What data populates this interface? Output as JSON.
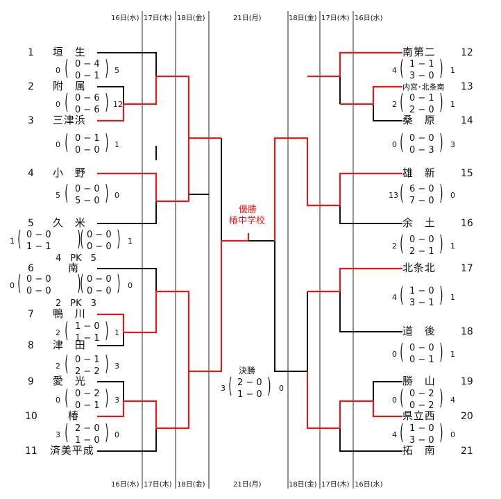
{
  "dates": {
    "r1": "16日(水)",
    "r2": "17日(木)",
    "r3": "18日(金)",
    "final": "21日(月)"
  },
  "left_teams": [
    {
      "seed": "1",
      "name": "垣　生"
    },
    {
      "seed": "2",
      "name": "附　属"
    },
    {
      "seed": "3",
      "name": "三津浜"
    },
    {
      "seed": "4",
      "name": "小　野"
    },
    {
      "seed": "5",
      "name": "久　米"
    },
    {
      "seed": "6",
      "name": "南"
    },
    {
      "seed": "7",
      "name": "鴨　川"
    },
    {
      "seed": "8",
      "name": "津　田"
    },
    {
      "seed": "9",
      "name": "愛　光"
    },
    {
      "seed": "10",
      "name": "椿"
    },
    {
      "seed": "11",
      "name": "済美平成"
    }
  ],
  "right_teams": [
    {
      "seed": "12",
      "name": "南第二"
    },
    {
      "seed": "13",
      "name": "内宮･北条南"
    },
    {
      "seed": "14",
      "name": "桑　原"
    },
    {
      "seed": "15",
      "name": "雄　新"
    },
    {
      "seed": "16",
      "name": "余　土"
    },
    {
      "seed": "17",
      "name": "北条北"
    },
    {
      "seed": "18",
      "name": "道　後"
    },
    {
      "seed": "19",
      "name": "勝　山"
    },
    {
      "seed": "20",
      "name": "県立西"
    },
    {
      "seed": "21",
      "name": "拓　南"
    }
  ],
  "scores": {
    "m1": {
      "a": "0",
      "b": "5",
      "p1": "0 − 4",
      "p2": "0 − 1"
    },
    "m2": {
      "a": "0",
      "b": "12",
      "p1": "0 − 6",
      "p2": "0 − 6"
    },
    "m3": {
      "a": "0",
      "b": "1",
      "p1": "0 − 1",
      "p2": "0 − 0"
    },
    "m4": {
      "a": "5",
      "b": "0",
      "p1": "0 − 0",
      "p2": "5 − 0"
    },
    "m5": {
      "a": "1",
      "b": "1",
      "p1": "0 − 0",
      "p2": "1 − 1",
      "p3": "0 − 0",
      "p4": "0 − 0",
      "pk": "4　PK　5"
    },
    "m6": {
      "a": "0",
      "b": "0",
      "p1": "0 − 0",
      "p2": "0 − 0",
      "p3": "0 − 0",
      "p4": "0 − 0",
      "pk": "2　PK　3"
    },
    "m7": {
      "a": "2",
      "b": "1",
      "p1": "1 − 0",
      "p2": "1 − 1"
    },
    "m8": {
      "a": "2",
      "b": "3",
      "p1": "0 − 1",
      "p2": "2 − 2"
    },
    "m9": {
      "a": "0",
      "b": "3",
      "p1": "0 − 2",
      "p2": "0 − 1"
    },
    "m10": {
      "a": "3",
      "b": "0",
      "p1": "2 − 0",
      "p2": "1 − 0"
    },
    "r1": {
      "a": "4",
      "b": "1",
      "p1": "1 − 1",
      "p2": "3 − 0"
    },
    "r2": {
      "a": "2",
      "b": "1",
      "p1": "0 − 1",
      "p2": "2 − 0"
    },
    "r3": {
      "a": "0",
      "b": "3",
      "p1": "0 − 0",
      "p2": "0 − 3"
    },
    "r4": {
      "a": "13",
      "b": "0",
      "p1": "6 − 0",
      "p2": "7 − 0"
    },
    "r5": {
      "a": "2",
      "b": "1",
      "p1": "0 − 0",
      "p2": "2 − 1"
    },
    "r6": {
      "a": "4",
      "b": "1",
      "p1": "1 − 0",
      "p2": "3 − 1"
    },
    "r7": {
      "a": "0",
      "b": "1",
      "p1": "0 − 0",
      "p2": "0 − 1"
    },
    "r8": {
      "a": "0",
      "b": "4",
      "p1": "0 − 2",
      "p2": "0 − 2"
    },
    "r9": {
      "a": "4",
      "b": "0",
      "p1": "1 − 0",
      "p2": "3 − 0"
    },
    "final": {
      "label": "決勝",
      "a": "3",
      "b": "0",
      "p1": "2 − 0",
      "p2": "1 − 0"
    }
  },
  "champion": {
    "label": "優勝",
    "name": "椿中学校"
  },
  "colors": {
    "winner": "#e21c1c",
    "line": "#111111"
  }
}
